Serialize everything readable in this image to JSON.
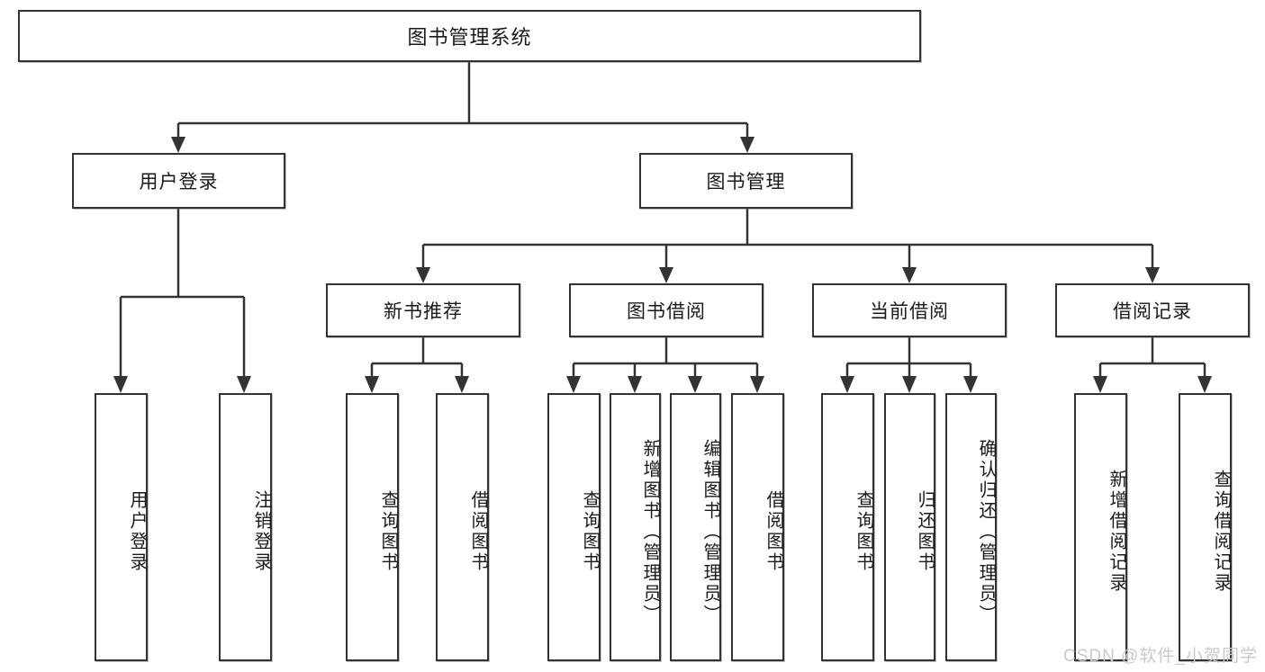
{
  "diagram": {
    "type": "hierarchy-tree",
    "title": "图书管理系统",
    "watermark": "CSDN @软件_小贺同学",
    "accent_color": "#333333",
    "background_color": "#ffffff",
    "root": {
      "label": "图书管理系统",
      "children": [
        {
          "label": "用户登录",
          "children": [
            {
              "label": "用户登录"
            },
            {
              "label": "注销登录"
            }
          ]
        },
        {
          "label": "图书管理",
          "children": [
            {
              "label": "新书推荐",
              "children": [
                {
                  "label": "查询图书"
                },
                {
                  "label": "借阅图书"
                }
              ]
            },
            {
              "label": "图书借阅",
              "children": [
                {
                  "label": "查询图书"
                },
                {
                  "label": "新增图书（管理员）"
                },
                {
                  "label": "编辑图书（管理员）"
                },
                {
                  "label": "借阅图书"
                }
              ]
            },
            {
              "label": "当前借阅",
              "children": [
                {
                  "label": "查询图书"
                },
                {
                  "label": "归还图书"
                },
                {
                  "label": "确认归还（管理员）"
                }
              ]
            },
            {
              "label": "借阅记录",
              "children": [
                {
                  "label": "新增借阅记录"
                },
                {
                  "label": "查询借阅记录"
                }
              ]
            }
          ]
        }
      ]
    },
    "nodes": {
      "root": "图书管理系统",
      "l2_user_login": "用户登录",
      "l2_book_mgmt": "图书管理",
      "l3_new_book_rec": "新书推荐",
      "l3_book_borrow": "图书借阅",
      "l3_current_borrow": "当前借阅",
      "l3_borrow_record": "借阅记录",
      "leaf_user_login": "用户登录",
      "leaf_logout": "注销登录",
      "leaf_query_book_a": "查询图书",
      "leaf_borrow_book_a": "借阅图书",
      "leaf_query_book_b": "查询图书",
      "leaf_add_book": "新增图书（管理员）",
      "leaf_edit_book": "编辑图书（管理员）",
      "leaf_borrow_book_b": "借阅图书",
      "leaf_query_book_c": "查询图书",
      "leaf_return_book": "归还图书",
      "leaf_confirm_return": "确认归还（管理员）",
      "leaf_add_record": "新增借阅记录",
      "leaf_query_record": "查询借阅记录"
    }
  }
}
